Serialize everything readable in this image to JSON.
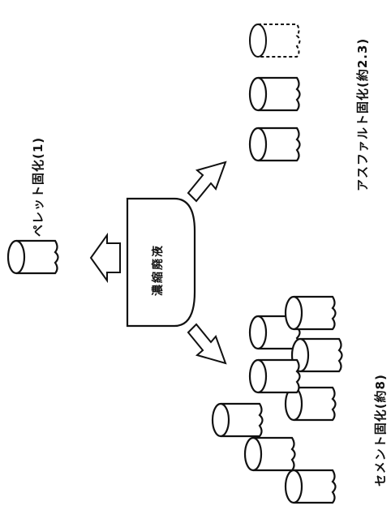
{
  "labels": {
    "center": "濃縮廃液",
    "pellet": "ペレット固化(1)",
    "asphalt": "アスファルト固化(約2.3)",
    "cement": "セメント固化(約8)"
  },
  "colors": {
    "line": "#111111",
    "fill": "#ffffff"
  }
}
